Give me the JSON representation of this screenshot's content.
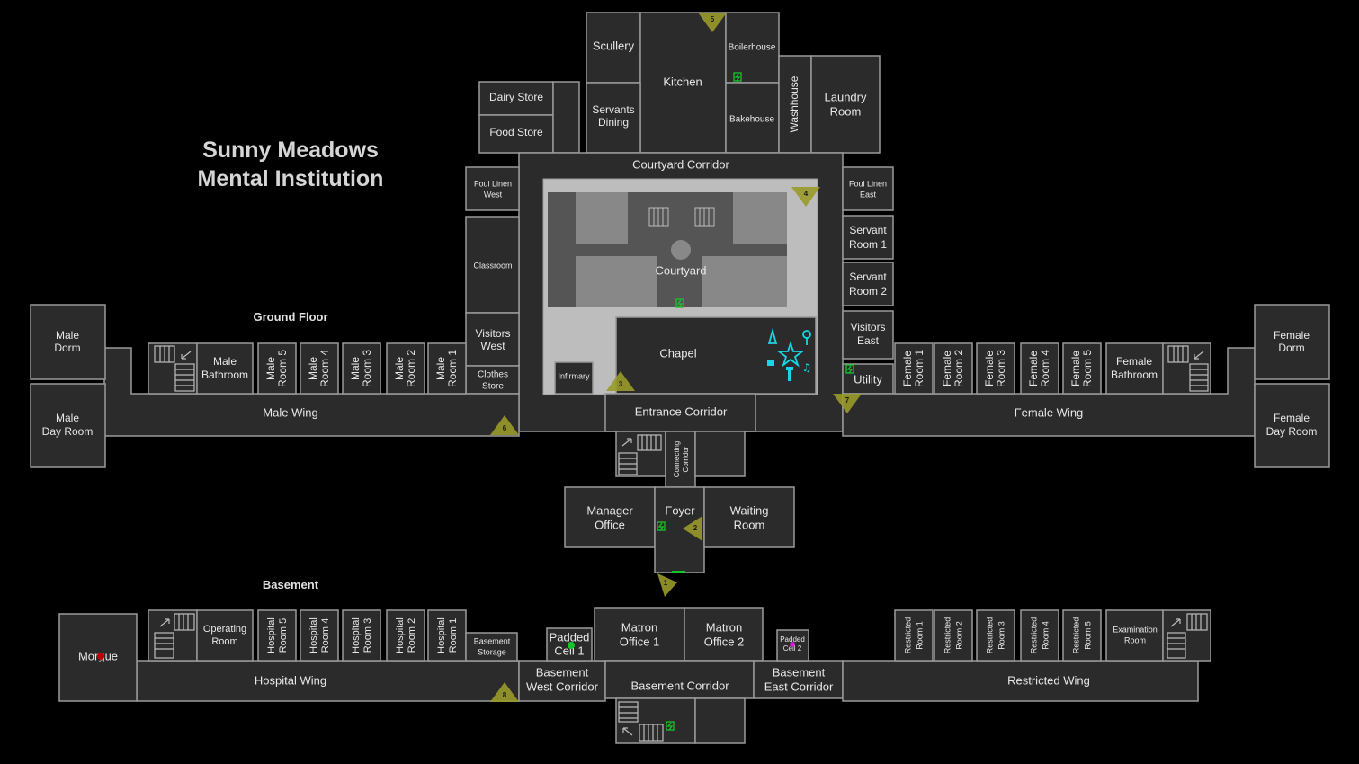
{
  "title_line1": "Sunny Meadows",
  "title_line2": "Mental Institution",
  "sections": {
    "ground": "Ground Floor",
    "basement": "Basement"
  },
  "rooms": {
    "scullery": "Scullery",
    "kitchen": "Kitchen",
    "boilerhouse": "Boilerhouse",
    "servants_dining_1": "Servants",
    "servants_dining_2": "Dining",
    "bakehouse": "Bakehouse",
    "washhouse": "Washhouse",
    "laundry_1": "Laundry",
    "laundry_2": "Room",
    "dairy_store": "Dairy Store",
    "food_store": "Food Store",
    "courtyard_corridor": "Courtyard Corridor",
    "foul_linen_west_1": "Foul Linen",
    "foul_linen_west_2": "West",
    "foul_linen_east_1": "Foul Linen",
    "foul_linen_east_2": "East",
    "classroom": "Classroom",
    "courtyard": "Courtyard",
    "servant_room_1a": "Servant",
    "servant_room_1b": "Room 1",
    "servant_room_2a": "Servant",
    "servant_room_2b": "Room 2",
    "visitors_west_1": "Visitors",
    "visitors_west_2": "West",
    "visitors_east_1": "Visitors",
    "visitors_east_2": "East",
    "chapel": "Chapel",
    "clothes_store_1": "Clothes",
    "clothes_store_2": "Store",
    "infirmary": "Infirmary",
    "utility": "Utility",
    "entrance_corridor": "Entrance Corridor",
    "male_dorm_1": "Male",
    "male_dorm_2": "Dorm",
    "male_day_1": "Male",
    "male_day_2": "Day Room",
    "male_bathroom_1": "Male",
    "male_bathroom_2": "Bathroom",
    "male_room_5": "Male Room 5",
    "male_room_4": "Male Room 4",
    "male_room_3": "Male Room 3",
    "male_room_2": "Male Room 2",
    "male_room_1": "Male Room 1",
    "male_wing": "Male Wing",
    "female_dorm_1": "Female",
    "female_dorm_2": "Dorm",
    "female_day_1": "Female",
    "female_day_2": "Day Room",
    "female_bathroom_1": "Female",
    "female_bathroom_2": "Bathroom",
    "female_room_1": "Female Room 1",
    "female_room_2": "Female Room 2",
    "female_room_3": "Female Room 3",
    "female_room_4": "Female Room 4",
    "female_room_5": "Female Room 5",
    "female_wing": "Female Wing",
    "connecting_corridor_1": "Connecting",
    "connecting_corridor_2": "Corridor",
    "manager_office_1": "Manager",
    "manager_office_2": "Office",
    "foyer": "Foyer",
    "waiting_room_1": "Waiting",
    "waiting_room_2": "Room",
    "morgue": "Morgue",
    "operating_room_1": "Operating",
    "operating_room_2": "Room",
    "hospital_room_5": "Hospital Room 5",
    "hospital_room_4": "Hospital Room 4",
    "hospital_room_3": "Hospital Room 3",
    "hospital_room_2": "Hospital Room 2",
    "hospital_room_1": "Hospital Room 1",
    "hospital_wing": "Hospital Wing",
    "basement_storage_1": "Basement",
    "basement_storage_2": "Storage",
    "padded_cell_1a": "Padded",
    "padded_cell_1b": "Cell 1",
    "padded_cell_2a": "Padded",
    "padded_cell_2b": "Cell 2",
    "matron_office_1a": "Matron",
    "matron_office_1b": "Office 1",
    "matron_office_2a": "Matron",
    "matron_office_2b": "Office 2",
    "basement_west_1": "Basement",
    "basement_west_2": "West Corridor",
    "basement_corridor": "Basement Corridor",
    "basement_east_1": "Basement",
    "basement_east_2": "East Corridor",
    "restricted_room_1": "Restricted Room 1",
    "restricted_room_2": "Restricted Room 2",
    "restricted_room_3": "Restricted Room 3",
    "restricted_room_4": "Restricted Room 4",
    "restricted_room_5": "Restricted Room 5",
    "examination_1": "Examination",
    "examination_2": "Room",
    "restricted_wing": "Restricted Wing"
  },
  "cameras": [
    "1",
    "2",
    "3",
    "4",
    "5",
    "6",
    "7",
    "8"
  ],
  "colors": {
    "background": "#000000",
    "room": "#2b2b2b",
    "wall": "#9a9a9a",
    "courtyard": "#bdbdbd",
    "camera": "#9a9a2a",
    "fuse_box": "#18c42b",
    "cursed_items": "#18d6e6",
    "padded_cell_2": "#d020d0",
    "morgue_marker": "#c00000"
  }
}
